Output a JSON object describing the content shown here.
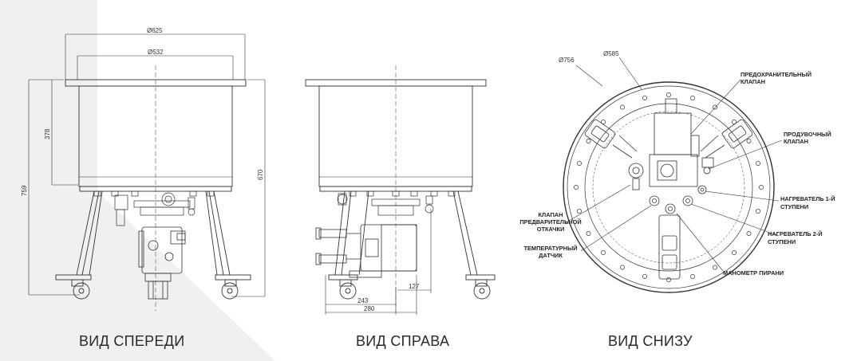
{
  "views": {
    "front": {
      "caption": "ВИД СПЕРЕДИ",
      "dimensions": {
        "outer_diameter": "Ø625",
        "inner_diameter": "Ø532",
        "total_height": "759",
        "vessel_height": "378",
        "body_height": "670"
      }
    },
    "right": {
      "caption": "ВИД СПРАВА",
      "dimensions": {
        "offset_small": "127",
        "depth_a": "243",
        "depth_b": "280"
      }
    },
    "bottom": {
      "caption": "ВИД СНИЗУ",
      "dimensions": {
        "outer_diameter": "Ø756",
        "inner_diameter": "Ø585"
      },
      "callouts": {
        "safety_valve_1": "ПРЕДОХРАНИТЕЛЬНЫЙ",
        "safety_valve_2": "КЛАПАН",
        "purge_valve_1": "ПРОДУВОЧНЫЙ",
        "purge_valve_2": "КЛАПАН",
        "heater1_1": "НАГРЕВАТЕЛЬ 1-Й",
        "heater1_2": "СТУПЕНИ",
        "heater2_1": "НАГРЕВАТЕЛЬ 2-Й",
        "heater2_2": "СТУПЕНИ",
        "pirani": "МАНОМЕТР ПИРАНИ",
        "prevac_valve_1": "КЛАПАН",
        "prevac_valve_2": "ПРЕДВАРИТЕЛЬНОЙ",
        "prevac_valve_3": "ОТКАЧКИ",
        "temp_sensor_1": "ТЕМПЕРАТУРНЫЙ",
        "temp_sensor_2": "ДАТЧИК"
      }
    }
  },
  "colors": {
    "line": "#333333",
    "shade": "#eef0f2",
    "text": "#222222"
  }
}
